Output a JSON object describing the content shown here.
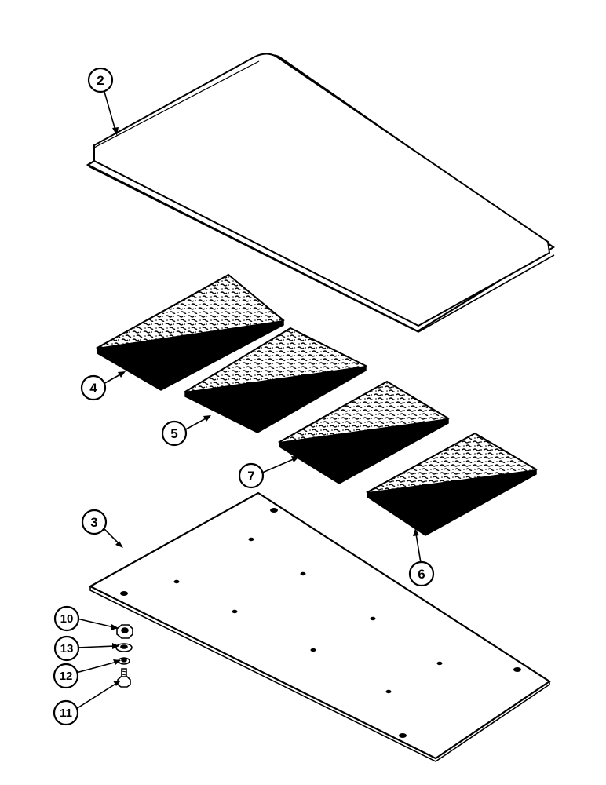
{
  "diagram": {
    "callouts": {
      "c2": "2",
      "c3": "3",
      "c4": "4",
      "c5": "5",
      "c6": "6",
      "c7": "7",
      "c10": "10",
      "c11": "11",
      "c12": "12",
      "c13": "13"
    },
    "colors": {
      "ink": "#000000",
      "paper": "#ffffff",
      "foam_fill": "#d8d8d8"
    }
  }
}
